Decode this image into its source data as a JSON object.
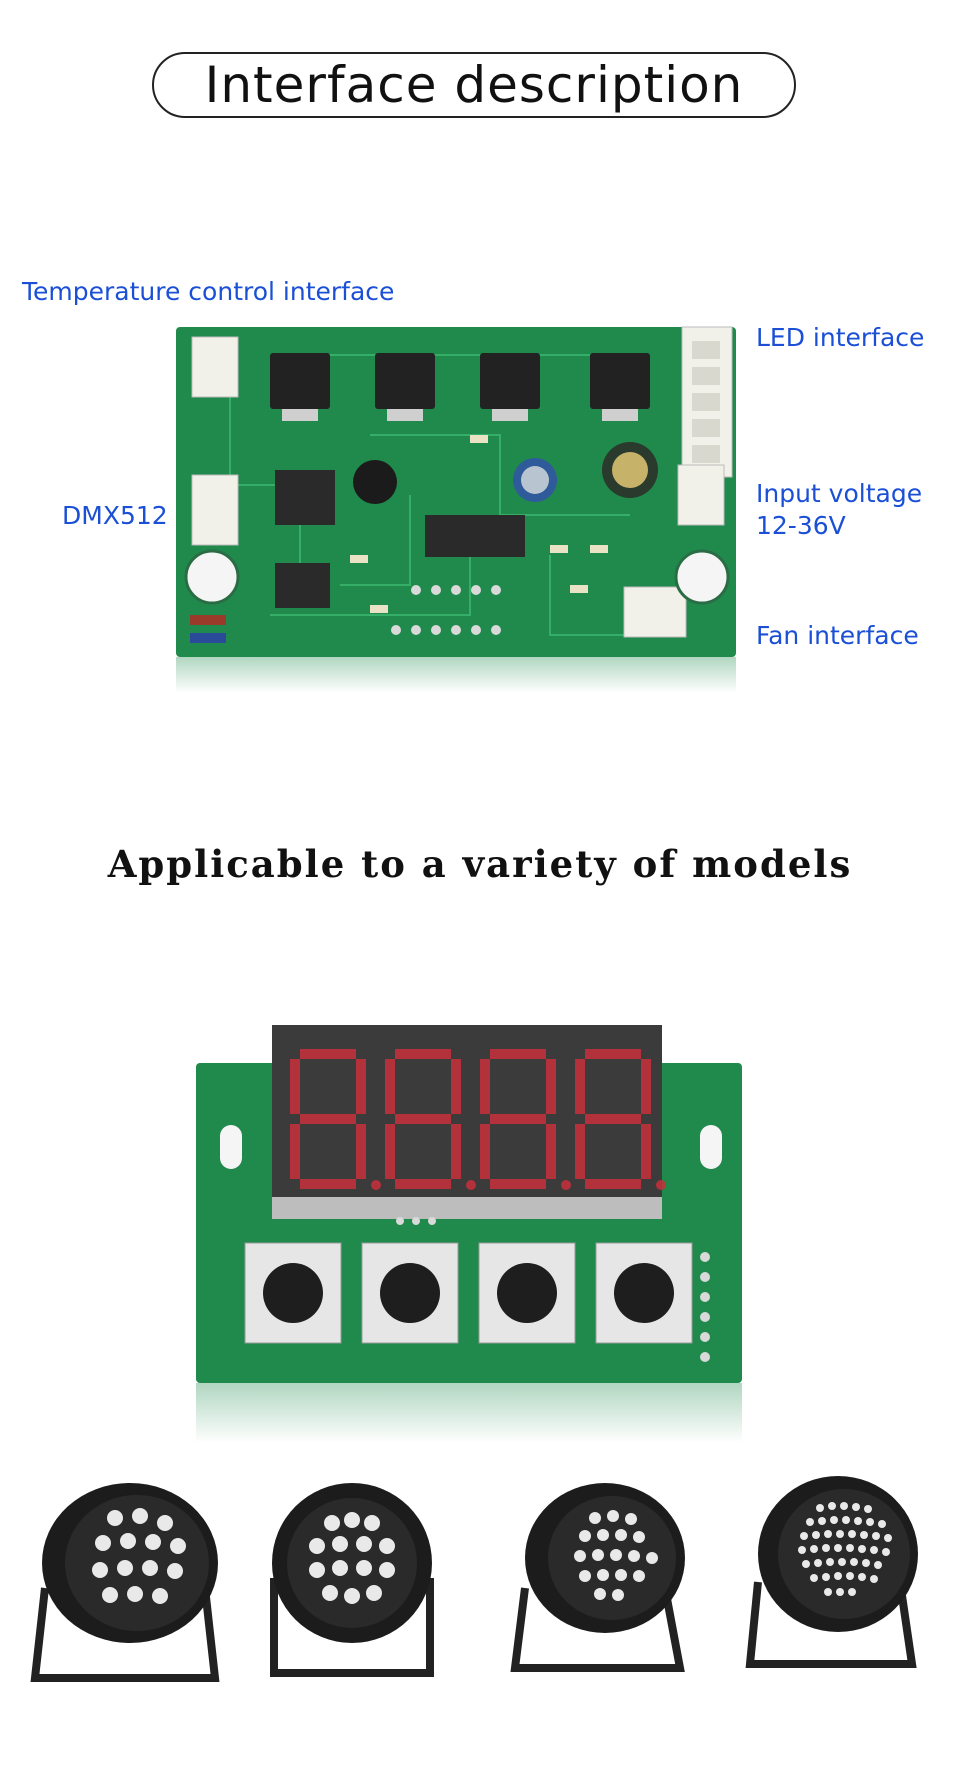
{
  "header": {
    "title": "Interface description"
  },
  "board_labels": {
    "temperature": "Temperature control interface",
    "led": "LED interface",
    "dmx": "DMX512",
    "input_voltage_line1": "Input voltage",
    "input_voltage_line2": "12-36V",
    "fan": "Fan interface"
  },
  "models_section": {
    "title": "Applicable to a variety of models"
  },
  "colors": {
    "pcb_green": "#1f8a4c",
    "label_blue": "#1a4fd6",
    "display_red": "#c8303a"
  }
}
